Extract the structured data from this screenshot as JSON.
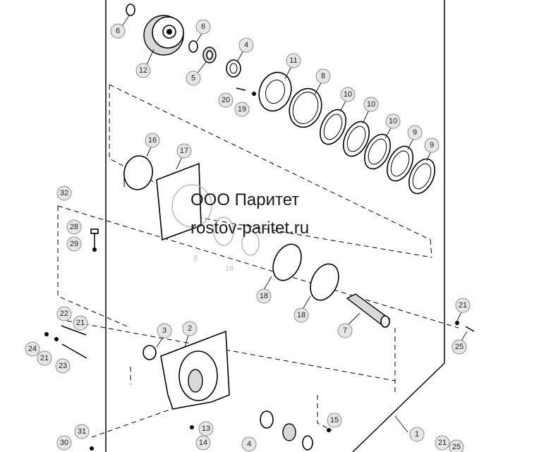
{
  "watermark": {
    "line1": "ООО Паритет",
    "line2": "rostov-paritet.ru"
  },
  "callouts": [
    {
      "id": "c6a",
      "label": "6"
    },
    {
      "id": "c12",
      "label": "12"
    },
    {
      "id": "c6b",
      "label": "6"
    },
    {
      "id": "c5a",
      "label": "5"
    },
    {
      "id": "c4a",
      "label": "4"
    },
    {
      "id": "c11",
      "label": "11"
    },
    {
      "id": "c8a",
      "label": "8"
    },
    {
      "id": "c20",
      "label": "20"
    },
    {
      "id": "c19",
      "label": "19"
    },
    {
      "id": "c10a",
      "label": "10"
    },
    {
      "id": "c10b",
      "label": "10"
    },
    {
      "id": "c10c",
      "label": "10"
    },
    {
      "id": "c9a",
      "label": "9"
    },
    {
      "id": "c9b",
      "label": "9"
    },
    {
      "id": "c16a",
      "label": "16"
    },
    {
      "id": "c17",
      "label": "17"
    },
    {
      "id": "c32",
      "label": "32"
    },
    {
      "id": "c28",
      "label": "28"
    },
    {
      "id": "c29",
      "label": "29"
    },
    {
      "id": "c18a",
      "label": "18"
    },
    {
      "id": "c18b",
      "label": "18"
    },
    {
      "id": "c7",
      "label": "7"
    },
    {
      "id": "c21a",
      "label": "21"
    },
    {
      "id": "c25a",
      "label": "25"
    },
    {
      "id": "c22",
      "label": "22"
    },
    {
      "id": "c21b",
      "label": "21"
    },
    {
      "id": "c24",
      "label": "24"
    },
    {
      "id": "c21c",
      "label": "21"
    },
    {
      "id": "c23",
      "label": "23"
    },
    {
      "id": "c3",
      "label": "3"
    },
    {
      "id": "c2",
      "label": "2"
    },
    {
      "id": "c13",
      "label": "13"
    },
    {
      "id": "c14",
      "label": "14"
    },
    {
      "id": "c15",
      "label": "15"
    },
    {
      "id": "c4b",
      "label": "4"
    },
    {
      "id": "c1",
      "label": "1"
    },
    {
      "id": "c31",
      "label": "31"
    },
    {
      "id": "c30",
      "label": "30"
    },
    {
      "id": "c21d",
      "label": "21"
    },
    {
      "id": "c25b",
      "label": "25"
    }
  ],
  "ghost_callouts": [
    {
      "id": "g8",
      "label": "8"
    },
    {
      "id": "g16",
      "label": "16"
    }
  ]
}
